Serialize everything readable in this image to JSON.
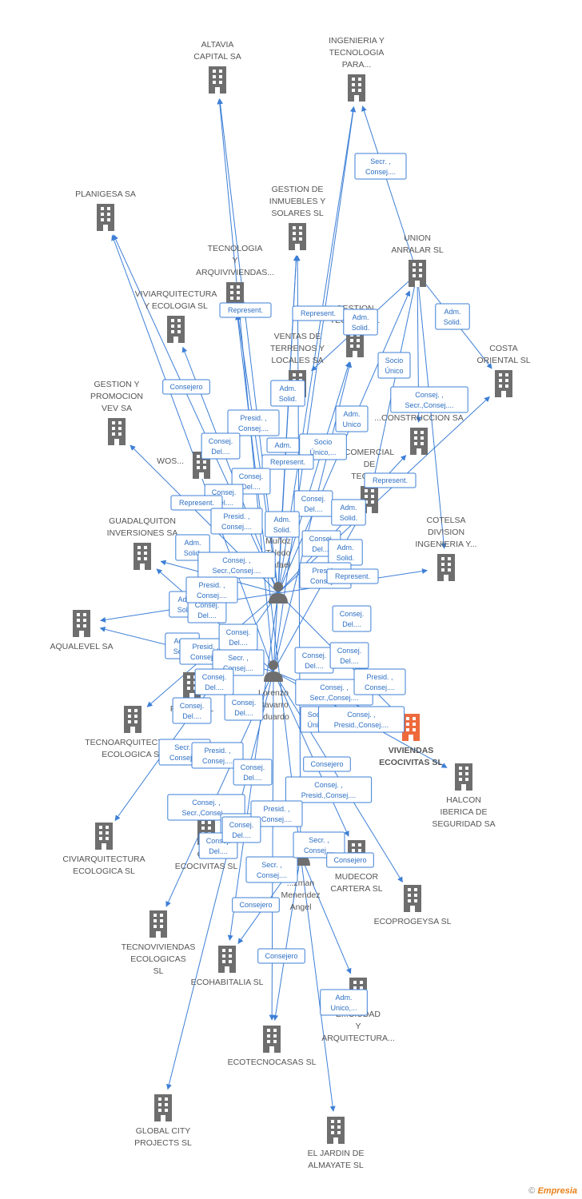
{
  "colors": {
    "edge": "#3d7fd6",
    "building": "#6e6e6e",
    "main_building": "#ee6a3c",
    "person": "#6e6e6e"
  },
  "companies": [
    {
      "id": "altavia",
      "lines": [
        "ALTAVIA",
        "CAPITAL SA"
      ]
    },
    {
      "id": "ingenieria",
      "lines": [
        "INGENIERIA Y",
        "TECNOLOGIA",
        "PARA..."
      ]
    },
    {
      "id": "planigesa",
      "lines": [
        "PLANIGESA SA"
      ]
    },
    {
      "id": "gestion-inmuebles",
      "lines": [
        "GESTION DE",
        "INMUEBLES Y",
        "SOLARES SL"
      ]
    },
    {
      "id": "union-anralar",
      "lines": [
        "UNION",
        "ANRALAR SL"
      ]
    },
    {
      "id": "tecnologia-arquiviviendas",
      "lines": [
        "TECNOLOGIA",
        "Y",
        "ARQUIVIVIENDAS..."
      ]
    },
    {
      "id": "viviarquitectura",
      "lines": [
        "VIVIARQUITECTURA",
        "Y ECOLOGIA  SL"
      ]
    },
    {
      "id": "gestion-tecnica",
      "lines": [
        "GESTION",
        "TECNICA Y..."
      ]
    },
    {
      "id": "ventas-terrenos",
      "lines": [
        "VENTAS DE",
        "TERRENOS Y",
        "LOCALES SA"
      ]
    },
    {
      "id": "costa-oriental",
      "lines": [
        "COSTA",
        "ORIENTAL SL"
      ]
    },
    {
      "id": "gestion-promocion",
      "lines": [
        "GESTION Y",
        "PROMOCION",
        "VEV SA"
      ]
    },
    {
      "id": "construccion",
      "lines": [
        "...CONSTRUCCION SA"
      ]
    },
    {
      "id": "wos",
      "lines": [
        "WOS..."
      ]
    },
    {
      "id": "comercial",
      "lines": [
        "COMERCIAL",
        "DE",
        "TECNO..."
      ]
    },
    {
      "id": "guadalquiton",
      "lines": [
        "GUADALQUITON",
        "INVERSIONES SA"
      ]
    },
    {
      "id": "cotelsa",
      "lines": [
        "COTELSA",
        "DIVISION",
        "INGENIERIA Y..."
      ]
    },
    {
      "id": "aqualevel",
      "lines": [
        "AQUALEVEL SA"
      ]
    },
    {
      "id": "pro",
      "lines": [
        "PRO...S SL"
      ]
    },
    {
      "id": "tecnoarquitectura",
      "lines": [
        "TECNOARQUITECTURA",
        "ECOLOGICA  SL"
      ]
    },
    {
      "id": "viviendas-ecocivitas",
      "lines": [
        "VIVIENDAS",
        "ECOCIVITAS SL"
      ]
    },
    {
      "id": "halcon",
      "lines": [
        "HALCON",
        "IBERICA DE",
        "SEGURIDAD SA"
      ]
    },
    {
      "id": "civiarquitectura",
      "lines": [
        "CIVIARQUITECTURA",
        "ECOLOGICA  SL"
      ]
    },
    {
      "id": "ecocivitas",
      "lines": [
        "GL...",
        "ECOCIVITAS SL"
      ]
    },
    {
      "id": "mudecor",
      "lines": [
        "MUDECOR",
        "CARTERA SL"
      ]
    },
    {
      "id": "ecoprogeysa",
      "lines": [
        "ECOPROGEYSA SL"
      ]
    },
    {
      "id": "tecnoviviendas",
      "lines": [
        "TECNOVIVIENDAS",
        "ECOLOGICAS",
        "SL"
      ]
    },
    {
      "id": "ecohabitalia",
      "lines": [
        "ECOHABITALIA SL"
      ]
    },
    {
      "id": "ciudad-arquitectura",
      "lines": [
        "E...CIUDAD",
        "Y",
        "ARQUITECTURA..."
      ]
    },
    {
      "id": "ecotecnocasas",
      "lines": [
        "ECOTECNOCASAS SL"
      ]
    },
    {
      "id": "global-city",
      "lines": [
        "GLOBAL CITY",
        "PROJECTS SL"
      ]
    },
    {
      "id": "jardin-almayate",
      "lines": [
        "EL JARDIN DE",
        "ALMAYATE SL"
      ]
    }
  ],
  "persons": [
    {
      "id": "munoz",
      "lines": [
        "Muñoz",
        "Toledo",
        "Rafael"
      ]
    },
    {
      "id": "lorenzo",
      "lines": [
        "Lorenzo",
        "Navarro",
        "Eduardo"
      ]
    },
    {
      "id": "guzman",
      "lines": [
        "...zman",
        "Menendez",
        "Angel"
      ]
    }
  ],
  "roles": [
    {
      "lines": [
        "Secr. ,",
        "Consej...."
      ]
    },
    {
      "lines": [
        "Represent."
      ]
    },
    {
      "lines": [
        "Represent."
      ]
    },
    {
      "lines": [
        "Adm.",
        "Solid."
      ]
    },
    {
      "lines": [
        "Adm.",
        "Solid."
      ]
    },
    {
      "lines": [
        "Socio",
        "Único"
      ]
    },
    {
      "lines": [
        "Consejero"
      ]
    },
    {
      "lines": [
        "Adm.",
        "Solid."
      ]
    },
    {
      "lines": [
        "Presid. ,",
        "Consej...."
      ]
    },
    {
      "lines": [
        "Adm.",
        "Unico"
      ]
    },
    {
      "lines": [
        "Consej. ,",
        "Secr.,Consej...."
      ]
    },
    {
      "lines": [
        "Consej.",
        "Del...."
      ]
    },
    {
      "lines": [
        "Adm."
      ]
    },
    {
      "lines": [
        "Socio",
        "Único,..."
      ]
    },
    {
      "lines": [
        "Represent."
      ]
    },
    {
      "lines": [
        "Represent."
      ]
    },
    {
      "lines": [
        "Consej.",
        "Del...."
      ]
    },
    {
      "lines": [
        "Consej.",
        "Del...."
      ]
    },
    {
      "lines": [
        "Represent."
      ]
    },
    {
      "lines": [
        "Consej.",
        "Del...."
      ]
    },
    {
      "lines": [
        "Adm.",
        "Solid."
      ]
    },
    {
      "lines": [
        "Presid. ,",
        "Consej...."
      ]
    },
    {
      "lines": [
        "Adm.",
        "Solid."
      ]
    },
    {
      "lines": [
        "Adm.",
        "Solid."
      ]
    },
    {
      "lines": [
        "Consej.",
        "Del...."
      ]
    },
    {
      "lines": [
        "Adm.",
        "Solid."
      ]
    },
    {
      "lines": [
        "Consej. ,",
        "Secr.,Consej...."
      ]
    },
    {
      "lines": [
        "Presid. ,",
        "Consej...."
      ]
    },
    {
      "lines": [
        "Represent."
      ]
    },
    {
      "lines": [
        "Adm.",
        "Solid."
      ]
    },
    {
      "lines": [
        "Consej.",
        "Del...."
      ]
    },
    {
      "lines": [
        "Presid. ,",
        "Consej...."
      ]
    },
    {
      "lines": [
        "Consej.",
        "Del...."
      ]
    },
    {
      "lines": [
        "Adm.",
        "Solid."
      ]
    },
    {
      "lines": [
        "Presid. ,",
        "Consej...."
      ]
    },
    {
      "lines": [
        "Consej.",
        "Del...."
      ]
    },
    {
      "lines": [
        "Consej.",
        "Del...."
      ]
    },
    {
      "lines": [
        "Consej.",
        "Del...."
      ]
    },
    {
      "lines": [
        "Secr. ,",
        "Consej...."
      ]
    },
    {
      "lines": [
        "Consej. ,",
        "Secr.,Consej...."
      ]
    },
    {
      "lines": [
        "Presid. ,",
        "Consej...."
      ]
    },
    {
      "lines": [
        "Consej.",
        "Del...."
      ]
    },
    {
      "lines": [
        "Consej.",
        "Del...."
      ]
    },
    {
      "lines": [
        "Socio",
        "Único"
      ]
    },
    {
      "lines": [
        "Consej.",
        "Del...."
      ]
    },
    {
      "lines": [
        "Consej. ,",
        "Presid.,Consej...."
      ]
    },
    {
      "lines": [
        "Secr. ,",
        "Consej...."
      ]
    },
    {
      "lines": [
        "Presid. ,",
        "Consej...."
      ]
    },
    {
      "lines": [
        "Consej.",
        "Del...."
      ]
    },
    {
      "lines": [
        "Consejero"
      ]
    },
    {
      "lines": [
        "Consej. ,",
        "Secr.,Consej...."
      ]
    },
    {
      "lines": [
        "Consej.",
        "Del...."
      ]
    },
    {
      "lines": [
        "Consej. ,",
        "Presid.,Consej...."
      ]
    },
    {
      "lines": [
        "Presid. ,",
        "Consej...."
      ]
    },
    {
      "lines": [
        "Consej.",
        "Del...."
      ]
    },
    {
      "lines": [
        "Consej.",
        "Del...."
      ]
    },
    {
      "lines": [
        "Secr. ,",
        "Consej...."
      ]
    },
    {
      "lines": [
        "Secr. ,",
        "Consej...."
      ]
    },
    {
      "lines": [
        "Consejero"
      ]
    },
    {
      "lines": [
        "Consejero"
      ]
    },
    {
      "lines": [
        "Consejero"
      ]
    },
    {
      "lines": [
        "Adm.",
        "Unico,..."
      ]
    }
  ],
  "footer": {
    "copyright": "©",
    "brand": "Empresia"
  }
}
